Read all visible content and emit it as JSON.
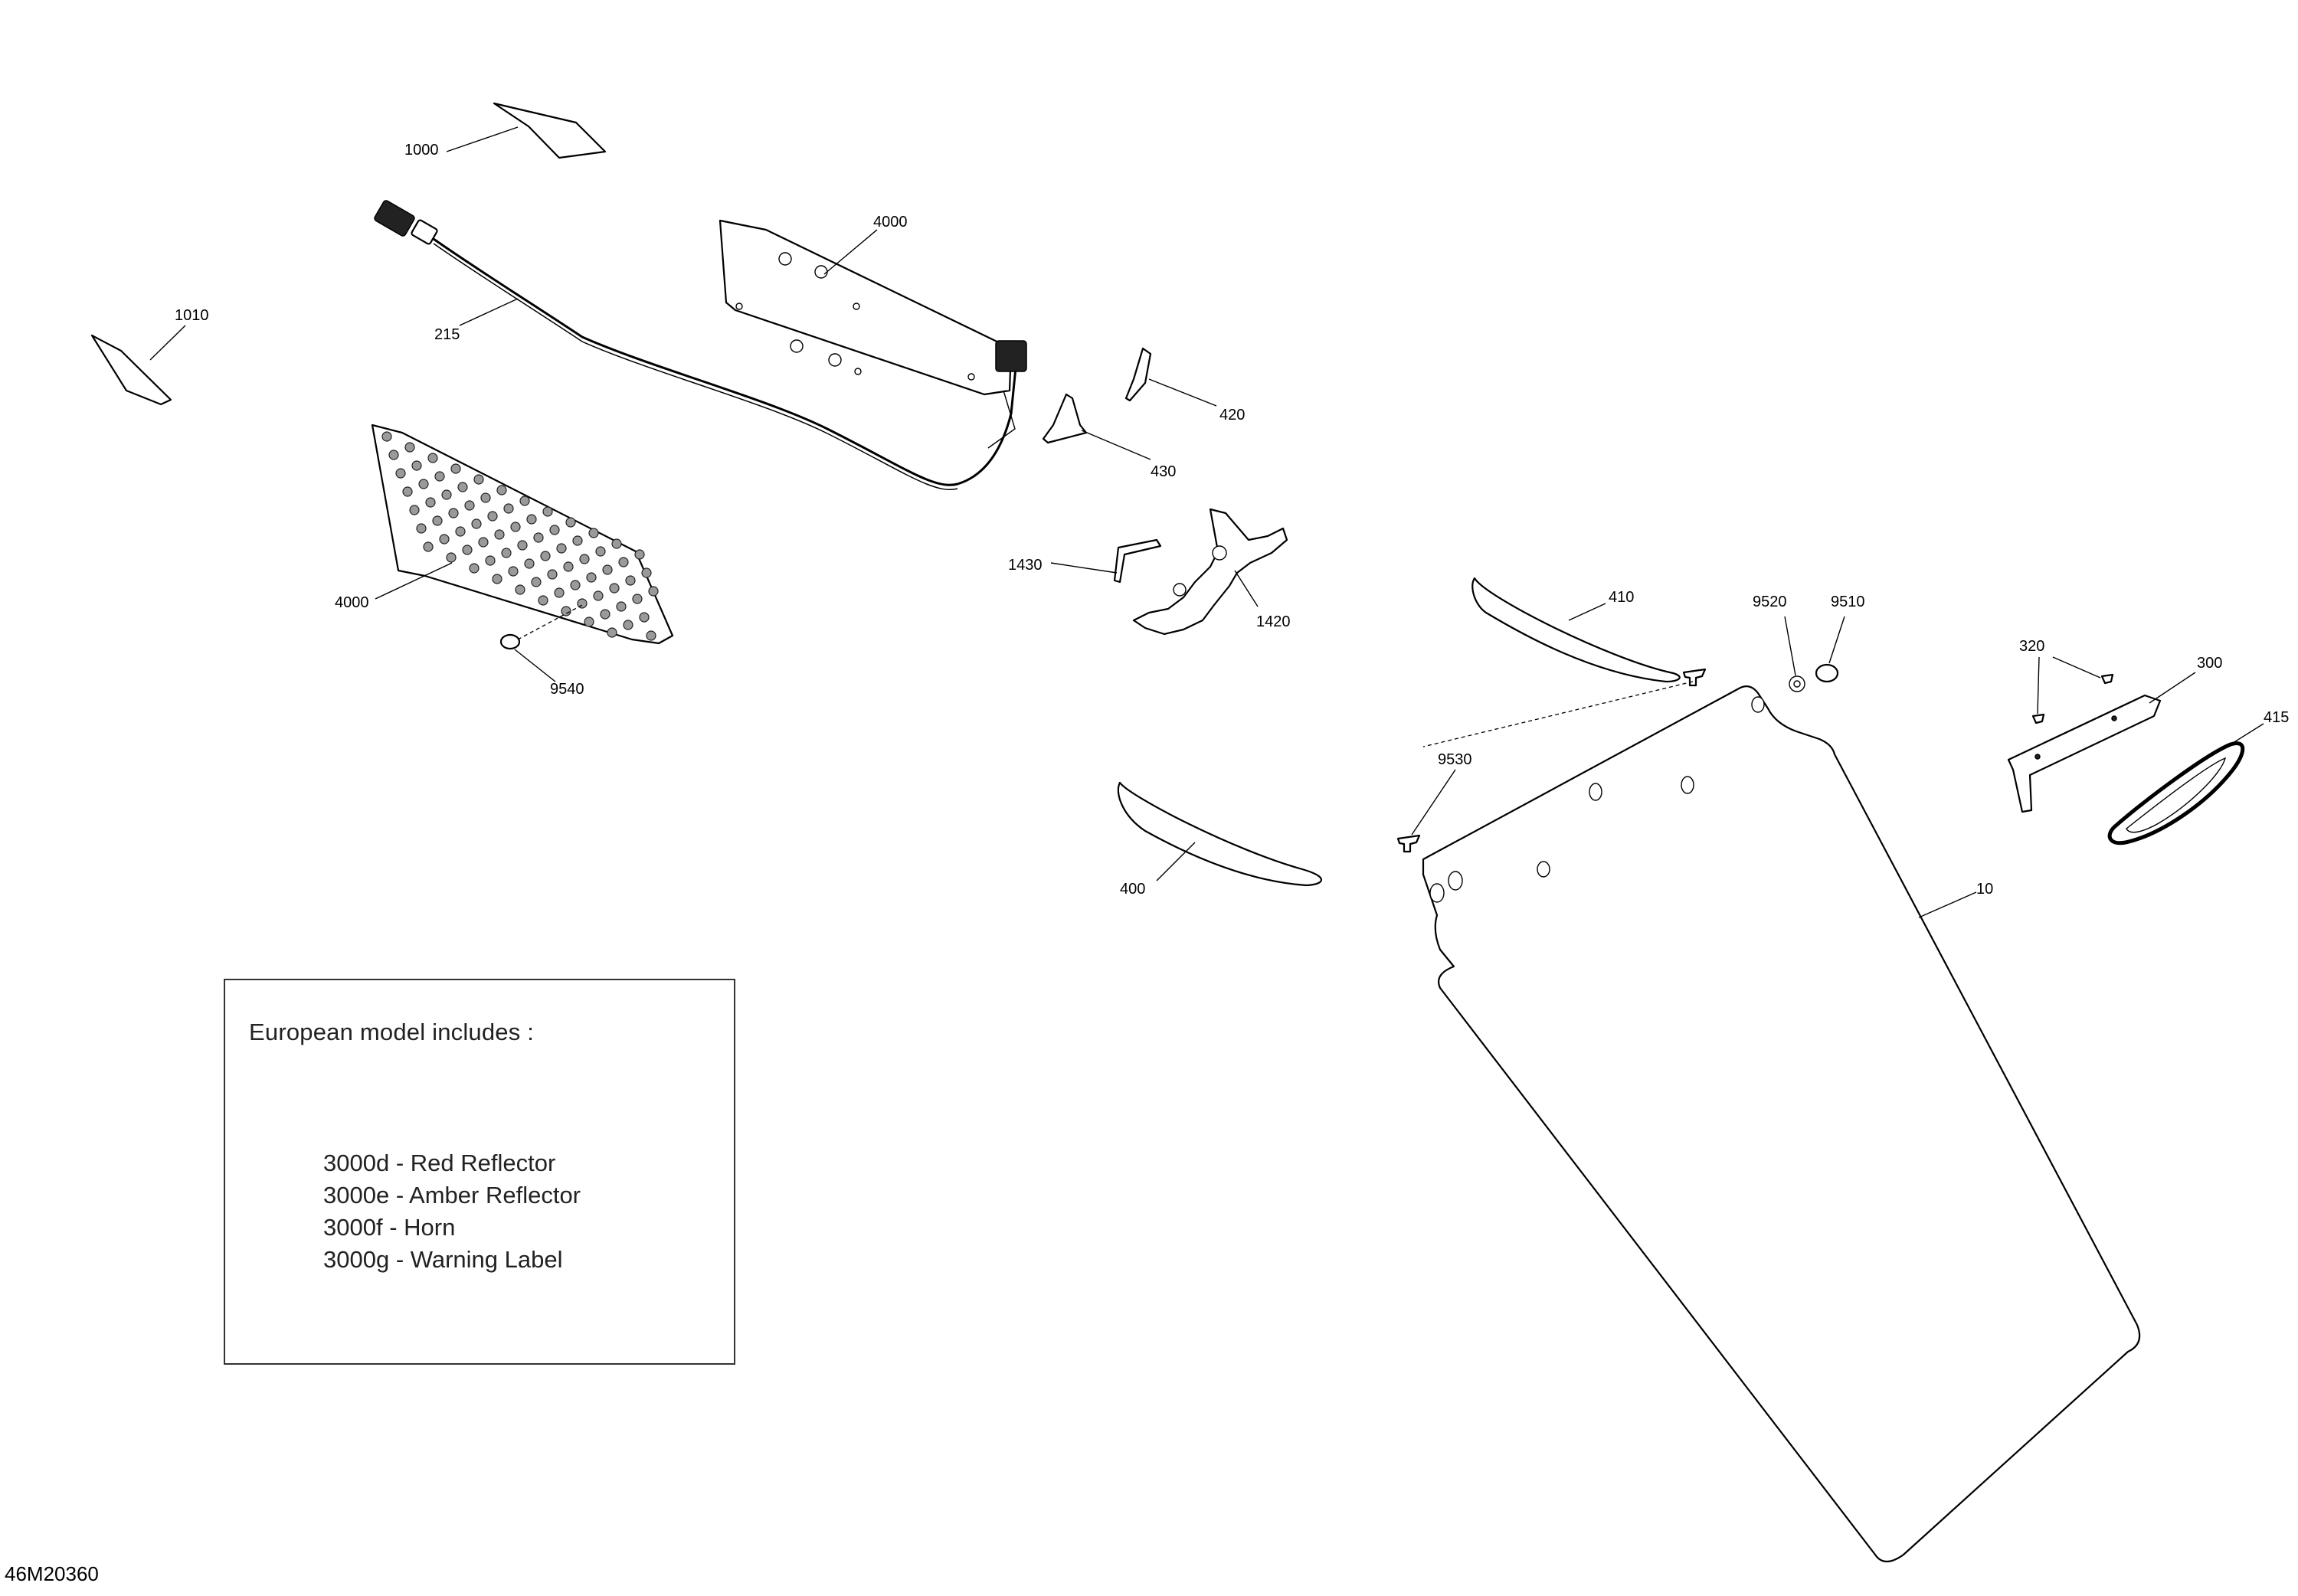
{
  "callouts": {
    "c1000": "1000",
    "c1010": "1010",
    "c215": "215",
    "c4000_upper": "4000",
    "c4000_lower": "4000",
    "c9540": "9540",
    "c420": "420",
    "c430": "430",
    "c1430": "1430",
    "c1420": "1420",
    "c410": "410",
    "c9520": "9520",
    "c9510": "9510",
    "c320": "320",
    "c300": "300",
    "c415": "415",
    "c9530": "9530",
    "c400": "400",
    "c10": "10"
  },
  "note": {
    "title": "European model includes :",
    "items": [
      "3000d - Red Reflector",
      "3000e - Amber Reflector",
      "3000f - Horn",
      "3000g - Warning Label"
    ]
  },
  "figure_id": "46M20360"
}
